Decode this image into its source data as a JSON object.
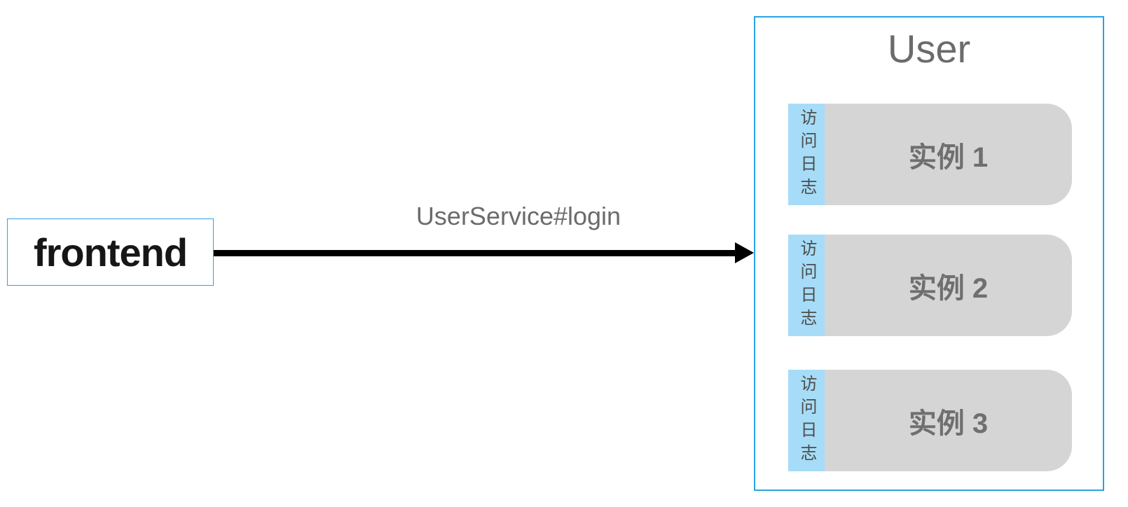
{
  "colors": {
    "border_blue": "#2ba3e1",
    "strip_blue": "#a6dcf7",
    "box_gray": "#d5d5d5",
    "arrow": "#000000"
  },
  "frontend": {
    "label": "frontend"
  },
  "arrow": {
    "label": "UserService#login"
  },
  "user_group": {
    "title": "User",
    "instances": [
      {
        "log_label": "访问日志",
        "name": "实例 1"
      },
      {
        "log_label": "访问日志",
        "name": "实例 2"
      },
      {
        "log_label": "访问日志",
        "name": "实例 3"
      }
    ]
  }
}
